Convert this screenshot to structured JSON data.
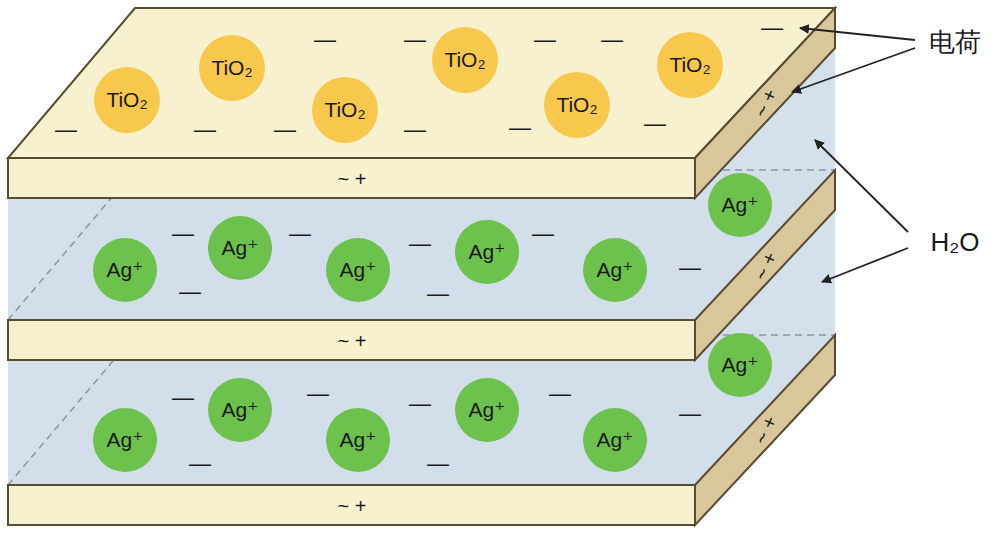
{
  "diagram": {
    "nodes": [
      {
        "text": [
          "TiO₂"
        ]
      },
      {
        "text": [
          "TiO₂"
        ]
      },
      {
        "text": [
          "TiO₂"
        ]
      },
      {
        "text": [
          "TiO₂"
        ]
      },
      {
        "text": [
          "TiO₂"
        ]
      },
      {
        "text": [
          "TiO₂"
        ]
      },
      {
        "text": [
          "Ag⁺"
        ]
      },
      {
        "text": [
          "Ag⁺"
        ]
      },
      {
        "text": [
          "Ag⁺"
        ]
      },
      {
        "text": [
          "Ag⁺"
        ]
      },
      {
        "text": [
          "Ag⁺"
        ]
      },
      {
        "text": [
          "Ag⁺"
        ]
      },
      {
        "text": [
          "Ag⁺"
        ]
      },
      {
        "text": [
          "Ag⁺"
        ]
      },
      {
        "text": [
          "Ag⁺"
        ]
      },
      {
        "text": [
          "Ag⁺"
        ]
      },
      {
        "text": [
          "Ag⁺"
        ]
      },
      {
        "text": [
          "Ag⁺"
        ]
      }
    ],
    "labels": [
      "电荷",
      "H₂O",
      "~ +",
      "~ +",
      "~ +",
      "~ +",
      "~ +",
      "~ +",
      "—",
      "—",
      "—",
      "—",
      "—",
      "—",
      "—",
      "—",
      "—",
      "—",
      "—",
      "—",
      "—",
      "—",
      "—",
      "—",
      "—",
      "—",
      "—",
      "—",
      "—",
      "—",
      "—",
      "—",
      "—"
    ]
  }
}
